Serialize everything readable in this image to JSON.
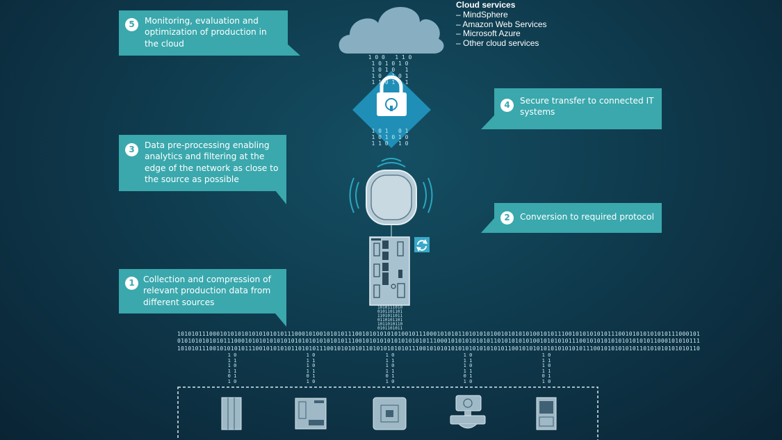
{
  "cloud": {
    "title": "Cloud services",
    "items": [
      "– MindSphere",
      "– Amazon Web Services",
      "– Microsoft Azure",
      "– Other cloud services"
    ]
  },
  "steps": [
    {
      "num": "5",
      "text": "Monitoring, evaluation and optimization of production in the cloud"
    },
    {
      "num": "4",
      "text": "Secure transfer to connected IT systems"
    },
    {
      "num": "3",
      "text": "Data pre-processing enabling analytics and filtering at the edge of the network as close to the source as possible"
    },
    {
      "num": "2",
      "text": "Conversion to required protocol"
    },
    {
      "num": "1",
      "text": "Collection and compression of relevant production data from different sources"
    }
  ],
  "icons": {
    "cloud": "cloud-icon",
    "lock": "lock-icon",
    "wireless_device": "wireless-device-icon",
    "edge_gateway": "edge-gateway-icon",
    "update_badge": "update-icon",
    "devices": [
      "plc-rack-icon",
      "controller-module-icon",
      "sensor-box-icon",
      "flow-meter-icon",
      "hmi-panel-icon"
    ]
  },
  "colors": {
    "callout": "#3aa8ad",
    "accent": "#2aa8c0",
    "background": "#0f3b4e"
  }
}
